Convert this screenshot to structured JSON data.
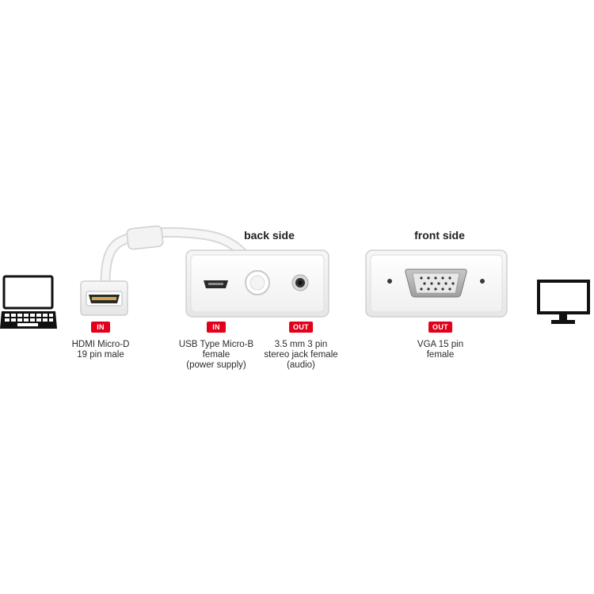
{
  "headings": {
    "back_side": "back side",
    "front_side": "front side"
  },
  "badges": {
    "hdmi": "IN",
    "usb": "IN",
    "audio": "OUT",
    "vga": "OUT"
  },
  "labels": {
    "hdmi": [
      "HDMI Micro-D",
      "19 pin male"
    ],
    "usb": [
      "USB Type Micro-B",
      "female",
      "(power supply)"
    ],
    "audio": [
      "3.5 mm 3 pin",
      "stereo jack female",
      "(audio)"
    ],
    "vga": [
      "VGA 15 pin",
      "female"
    ]
  },
  "icons": {
    "source": "laptop-icon",
    "target": "monitor-icon"
  },
  "colors": {
    "badge_bg": "#e2001a",
    "text": "#2b2b2b",
    "device_body": "#f1f1f1",
    "device_border": "#d0d0d0"
  }
}
